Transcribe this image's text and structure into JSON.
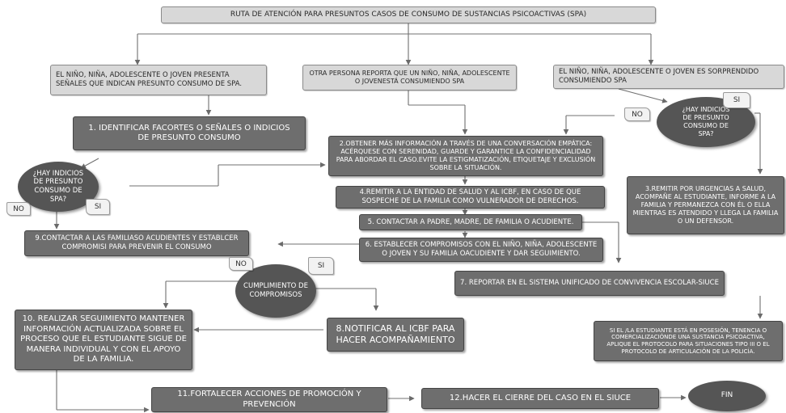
{
  "title": "RUTA DE ATENCIÓN PARA PRESUNTOS CASOS DE CONSUMO DE SUSTANCIAS PSICOACTIVAS (SPA)",
  "entries": {
    "signs": "EL NIÑO, NIÑA, ADOLESCENTE O JOVEN PRESENTA SEÑALES QUE INDICAN PRESUNTO CONSUMO DE SPA.",
    "report": "OTRA PERSONA REPORTA QUE UN NIÑO, NIÑA, ADOLESCENTE O JOVENESTÁ CONSUMIENDO SPA",
    "caught": "EL NIÑO, NIÑA, ADOLESCENTE O JOVEN ES SORPRENDIDO CONSUMIENDO SPA"
  },
  "steps": {
    "s1": "1. IDENTIFICAR FACORTES O SEÑALES O INDICIOS DE PRESUNTO CONSUMO",
    "s2": "2.OBTENER MÁS INFORMACIÓN A TRAVÉS DE UNA CONVERSACIÓN EMPÁTICA: ACÉRQUESE CON SERENIDAD, GUARDE Y GARANTICE LA CONFIDENCIALIDAD PARA ABORDAR EL CASO.EVITE LA ESTIGMATIZACIÓN, ETIQUETAJE Y EXCLUSIÓN SOBRE LA SITUACIÓN.",
    "s3": "3.REMITIR POR URGENCIAS A SALUD, ACOMPAÑE AL ESTUDIANTE, INFORME A LA FAMILIA Y PERMANEZCA CON ÉL O ELLA MIENTRAS ES ATENDIDO Y LLEGA LA FAMILIA O UN DEFENSOR.",
    "s4": "4.REMITIR A LA ENTIDAD DE SALUD Y AL ICBF, EN CASO DE QUE SOSPECHE DE LA FAMILIA COMO VULNERADOR DE DERECHOS.",
    "s5": "5. CONTACTAR A PADRE, MADRE, DE FAMILIA O ACUDIENTE.",
    "s6": "6. ESTABLECER COMPROMISOS CON EL NIÑO, NIÑA, ADOLESCENTE O JOVEN Y SU FAMILIA OACUDIENTE Y DAR SEGUIMIENTO.",
    "s7": "7. REPORTAR EN EL SISTEMA UNIFICADO DE CONVIVENCIA ESCOLAR-SIUCE",
    "s8": "8.NOTIFICAR AL ICBF PARA HACER ACOMPAÑAMIENTO",
    "s9": "9.CONTACTAR A LAS FAMILIASO ACUDIENTES Y ESTABLCER COMPROMISI PARA PREVENIR EL CONSUMO",
    "s10": "10. REALIZAR SEGUIMIENTO MANTENER INFORMACIÓN ACTUALIZADA SOBRE EL PROCESO QUE EL ESTUDIANTE SIGUE DE MANERA INDIVIDUAL Y CON EL APOYO DE LA FAMILIA.",
    "s11": "11.FORTALECER ACCIONES DE PROMOCIÓN Y PREVENCIÓN",
    "s12": "12.HACER EL CIERRE DEL CASO EN EL SIUCE"
  },
  "note_type3": "SI EL /LA ESTUDIANTE ESTÁ EN POSESIÓN, TENENCIA O COMERCIALIZACIÓNDE UNA SUSTANCIA PSICOACTIVA, APLIQUE EL PROTOCOLO PARA SITUACIONES TIPO III O EL PROTOCOLO DE ARTICULACIÓN DE LA POLICÍA.",
  "decisions": {
    "left": "¿HAY INDICIOS DE PRESUNTO CONSUMO DE SPA?",
    "right": "¿HAY INDICIOS DE PRESUNTO CONSUMO DE SPA?",
    "commitments": "CUMPLIMIENTO DE COMPROMISOS"
  },
  "labels": {
    "no": "NO",
    "yes": "SI"
  },
  "end": "FIN",
  "colors": {
    "box_fill": "#6e6e6e",
    "entry_fill": "#d8d8d8",
    "ellipse_fill": "#555555",
    "connector": "#707070"
  }
}
